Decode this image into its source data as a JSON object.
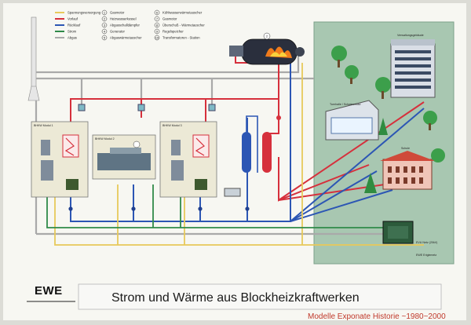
{
  "legend": {
    "items": [
      {
        "label": "Spannungsversorgung",
        "color": "#e7c95a"
      },
      {
        "label": "Vorlauf",
        "color": "#d6303c"
      },
      {
        "label": "Rücklauf",
        "color": "#2c56b4"
      },
      {
        "label": "Strom",
        "color": "#2f8a49"
      },
      {
        "label": "Abgas",
        "color": "#a9a9a9"
      }
    ],
    "numbered": [
      {
        "num": "1",
        "label": "Gasmotor"
      },
      {
        "num": "2",
        "label": "Heizwasserkessel"
      },
      {
        "num": "3",
        "label": "Abgasschalldämpfer"
      },
      {
        "num": "4",
        "label": "Generator"
      },
      {
        "num": "5",
        "label": "Abgaswärmetauscher"
      },
      {
        "num": "6",
        "label": "Kühlwasserwärmetauscher"
      },
      {
        "num": "7",
        "label": "Gasmotor"
      },
      {
        "num": "8",
        "label": "Überschuß - Wärmetauscher"
      },
      {
        "num": "9",
        "label": "Regelspeicher"
      },
      {
        "num": "10",
        "label": "Transformatoren - Station"
      }
    ]
  },
  "modules": {
    "m1": "BHKW Modul 1",
    "m2": "BHKW Modul 2",
    "m3": "BHKW Modul 3"
  },
  "buildings": {
    "office": "Verwaltungsgebäude",
    "hall": "Turnhalle / Schwimmbad",
    "school": "Schule",
    "evu": "EVU Netz (20kV)",
    "evu2": "EWE Eriglemetz"
  },
  "footer": {
    "brand": "EWE",
    "caption": "Strom und Wärme aus Blockheizkraftwerken",
    "watermark": "Modelle Exponate Historie ~1980~2000"
  },
  "colors": {
    "supply": "#e7c95a",
    "flow": "#d6303c",
    "return": "#2c56b4",
    "power": "#2f8a49",
    "exhaust": "#a9a9a9",
    "panel": "#a8c7b1"
  }
}
